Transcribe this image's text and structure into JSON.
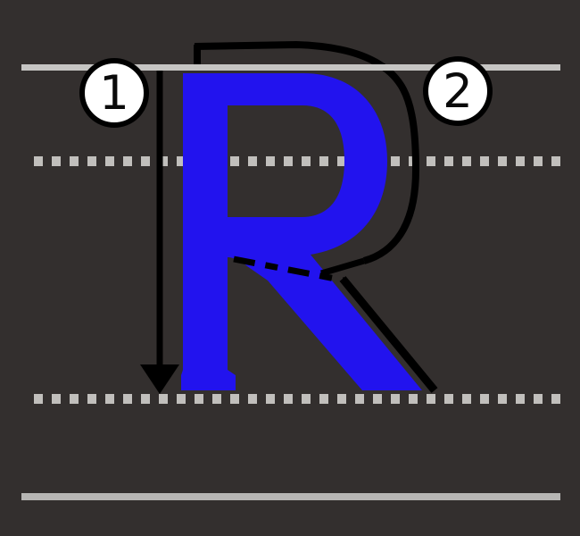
{
  "letter": {
    "value": "R",
    "color": "#2213ee"
  },
  "markers": [
    {
      "label": "1"
    },
    {
      "label": "2"
    }
  ],
  "guides": {
    "top_line_color": "#c6c5c3",
    "bottom_line_color": "#b7b6b4",
    "dotted_line_color": "#c1bfbc",
    "stroke_guide_color": "#000000"
  },
  "colors": {
    "background": "#332f2e",
    "marker_fill": "#ffffff",
    "marker_border": "#000000"
  }
}
